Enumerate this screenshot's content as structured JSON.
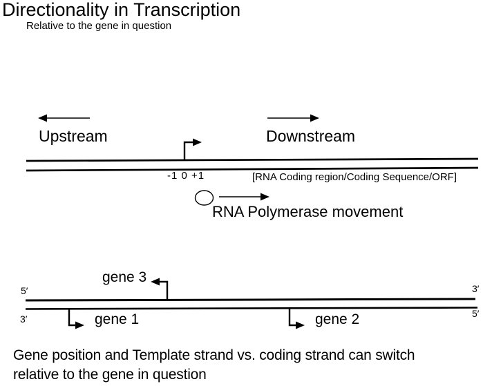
{
  "header": {
    "title": "Directionality in Transcription",
    "subtitle": "Relative to the gene in question"
  },
  "top_diagram": {
    "upstream_label": "Upstream",
    "downstream_label": "Downstream",
    "tss_positions": "-1 0 +1",
    "coding_region_label": "[RNA Coding region/Coding Sequence/ORF]",
    "rna_polymerase_label": "RNA Polymerase movement"
  },
  "gene_diagram": {
    "gene3_label": "gene 3",
    "gene1_label": "gene 1",
    "gene2_label": "gene 2",
    "left_top_end": "5′",
    "left_bottom_end": "3′",
    "right_top_end": "3′",
    "right_bottom_end": "5′"
  },
  "caption": {
    "line1": "Gene position and Template strand vs. coding strand can switch",
    "line2": "relative to the gene in question"
  },
  "colors": {
    "ink": "#000000",
    "background": "#ffffff"
  }
}
